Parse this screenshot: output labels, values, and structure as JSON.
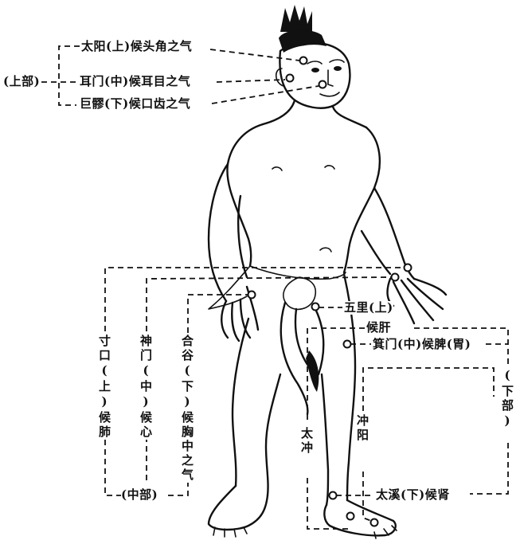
{
  "upper": {
    "region": "(上部)",
    "points": [
      "太阳(上)候头角之气",
      "耳门(中)候耳目之气",
      "巨髎(下)候口齿之气"
    ]
  },
  "middle": {
    "region": "(中部)",
    "points": [
      "寸口(上)候肺",
      "神门(中)候心",
      "合谷(下)候胸中之气"
    ]
  },
  "lower": {
    "region": "(下部)",
    "wuli": "五里(上)",
    "liver": "候肝",
    "jimen": "箕门(中)候脾(胃)",
    "chongyang": "冲阳",
    "taichong": "太冲",
    "taixi": "太溪(下)候肾"
  }
}
